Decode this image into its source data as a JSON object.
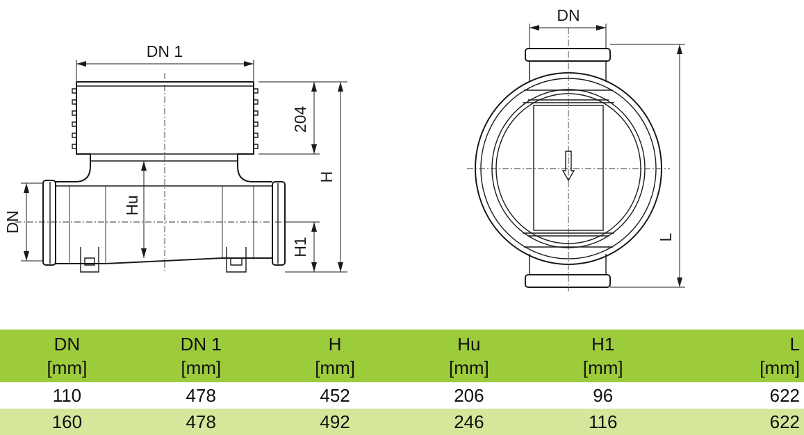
{
  "drawing": {
    "side_view": {
      "dim_dn1": "DN 1",
      "dim_204": "204",
      "dim_h": "H",
      "dim_hu": "Hu",
      "dim_dn": "DN",
      "dim_h1": "H1"
    },
    "top_view": {
      "dim_dn": "DN",
      "dim_l": "L"
    }
  },
  "table": {
    "headers": [
      {
        "name": "DN",
        "unit": "[mm]"
      },
      {
        "name": "DN 1",
        "unit": "[mm]"
      },
      {
        "name": "H",
        "unit": "[mm]"
      },
      {
        "name": "Hu",
        "unit": "[mm]"
      },
      {
        "name": "H1",
        "unit": "[mm]"
      },
      {
        "name": "L",
        "unit": "[mm]"
      }
    ],
    "rows": [
      [
        "110",
        "478",
        "452",
        "206",
        "96",
        "622"
      ],
      [
        "160",
        "478",
        "492",
        "246",
        "116",
        "622"
      ]
    ]
  },
  "colors": {
    "header_bg": "#9ccb3b",
    "alt_row_bg": "#d4e79b",
    "line": "#1a1a1a"
  }
}
